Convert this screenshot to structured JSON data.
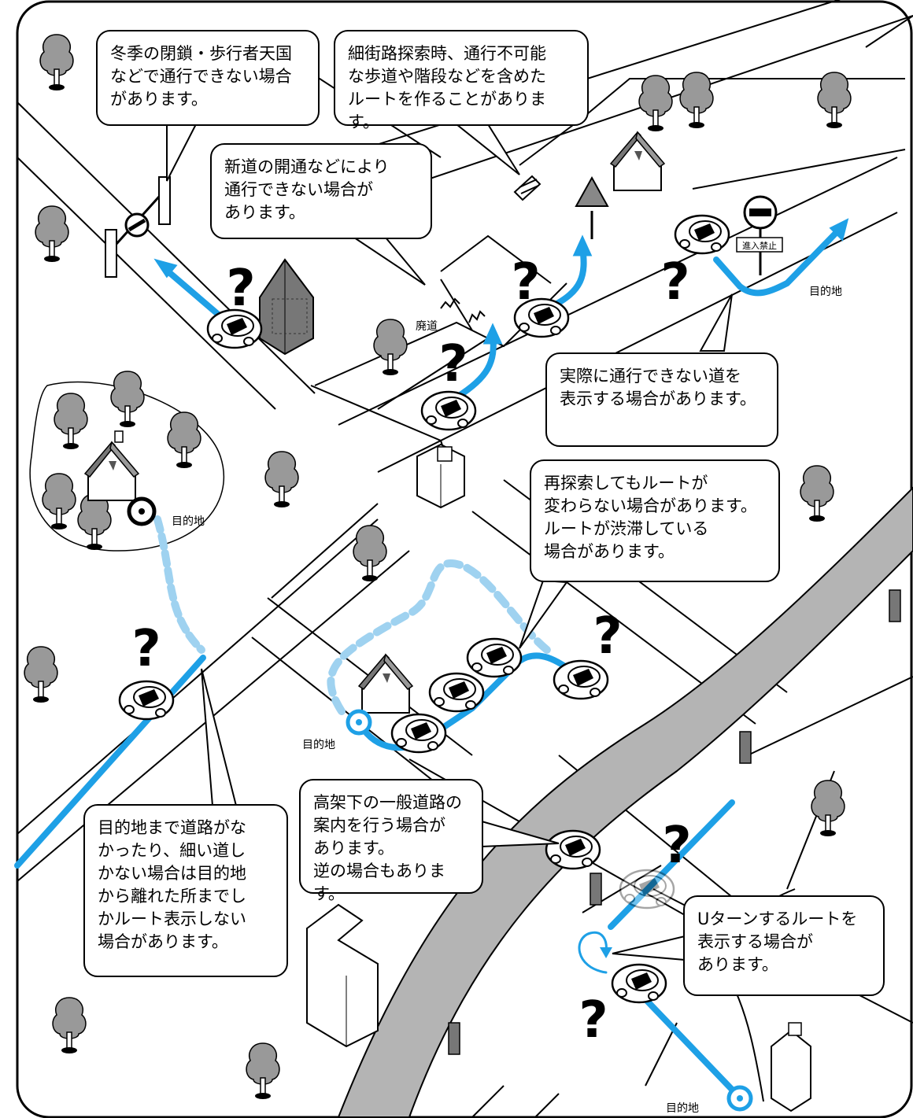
{
  "callouts": {
    "closure": "冬季の閉鎖・歩行者天国\nなどで通行できない場合\nがあります。",
    "narrow_street": "細街路探索時、通行不可能\nな歩道や階段などを含めた\nルートを作ることがあります。",
    "new_road": "新道の開通などにより\n通行できない場合が\nあります。",
    "impassable": "実際に通行できない道を\n表示する場合があります。",
    "reroute": "再探索してもルートが\n変わらない場合があります。\nルートが渋滞している\n場合があります。",
    "no_road": "目的地まで道路がな\nかったり、細い道し\nかない場合は目的地\nから離れた所までし\nかルート表示しない\n場合があります。",
    "elevated": "高架下の一般道路の\n案内を行う場合が\nあります。\n逆の場合もあります。",
    "uturn": "Uターンするルートを\n表示する場合が\nあります。"
  },
  "labels": {
    "destination": "目的地",
    "abandoned_road": "廃道",
    "no_entry_sign": "進入禁止"
  },
  "question_mark": "?",
  "colors": {
    "route": "#1ea0e6",
    "route_dashed": "#9fd2f0",
    "line": "#000000",
    "tree": "#999999",
    "highway": "#b4b4b4"
  }
}
